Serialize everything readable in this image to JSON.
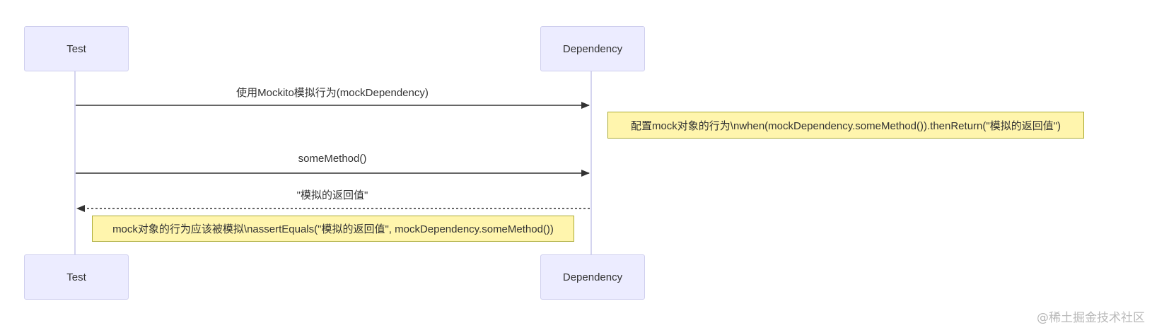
{
  "participants": {
    "test": "Test",
    "dependency": "Dependency"
  },
  "messages": [
    {
      "label": "使用Mockito模拟行为(mockDependency)",
      "from": "Test",
      "to": "Dependency",
      "style": "solid"
    },
    {
      "label": "someMethod()",
      "from": "Test",
      "to": "Dependency",
      "style": "solid"
    },
    {
      "label": "\"模拟的返回值\"",
      "from": "Dependency",
      "to": "Test",
      "style": "dashed"
    }
  ],
  "notes": [
    {
      "text": "配置mock对象的行为\\nwhen(mockDependency.someMethod()).thenReturn(\"模拟的返回值\")",
      "position": "right of Dependency"
    },
    {
      "text": "mock对象的行为应该被模拟\\nassertEquals(\"模拟的返回值\", mockDependency.someMethod())",
      "position": "over Test,Dependency"
    }
  ],
  "watermark": "@稀土掘金技术社区",
  "colors": {
    "actor_fill": "#ececff",
    "actor_border": "#cfcfee",
    "note_fill": "#fff5ad",
    "note_border": "#aaaa33",
    "line": "#333333"
  }
}
